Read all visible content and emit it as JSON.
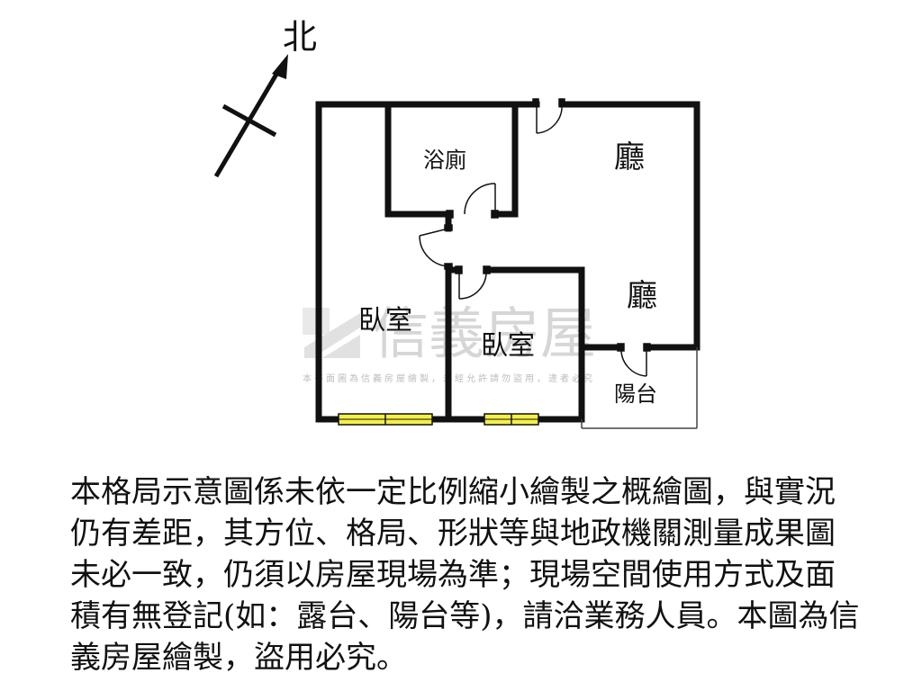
{
  "compass": {
    "label": "北",
    "icon": "north-arrow-icon"
  },
  "rooms": {
    "bathroom": "浴廁",
    "living_1": "廳",
    "living_2": "廳",
    "bedroom_1": "臥室",
    "bedroom_2": "臥室",
    "balcony": "陽台"
  },
  "watermark": {
    "brand": "信義房屋",
    "notice": "本平面圖為信義房屋繪製，未經允許請勿盜用，違者必究",
    "logo_icon": "sinyi-house-logo-icon"
  },
  "disclaimer": "本格局示意圖係未依一定比例縮小繪製之概繪圖，與實況仍有差距，其方位、格局、形狀等與地政機關測量成果圖未必一致，仍須以房屋現場為準；現場空間使用方式及面積有無登記(如：露台、陽台等)，請洽業務人員。本圖為信義房屋繪製，盜用必究。",
  "colors": {
    "wall": "#111111",
    "window_fill": "#f4ef4a",
    "watermark": "#c9c9c9"
  }
}
